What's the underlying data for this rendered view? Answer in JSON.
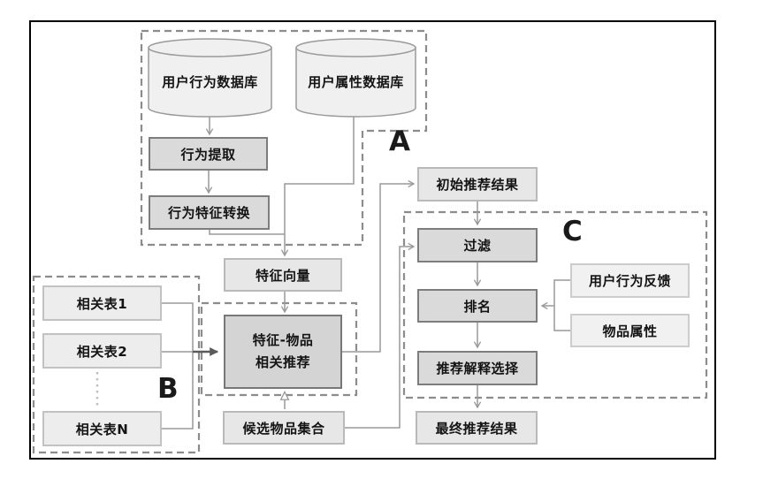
{
  "diagram": {
    "title_hint": "recommendation-system-flowchart",
    "sections": {
      "a": {
        "label": "A"
      },
      "b": {
        "label": "B"
      },
      "c": {
        "label": "C"
      }
    },
    "databases": {
      "behavior": {
        "label": "用户行为数据库"
      },
      "attribute": {
        "label": "用户属性数据库"
      }
    },
    "nodes": {
      "behavior_extract": {
        "label": "行为提取"
      },
      "behavior_feature_convert": {
        "label": "行为特征转换"
      },
      "feature_vector": {
        "label": "特征向量"
      },
      "feature_item_rec": {
        "label": "特征-物品\n相关推荐"
      },
      "candidate_set": {
        "label": "候选物品集合"
      },
      "table1": {
        "label": "相关表1"
      },
      "table2": {
        "label": "相关表2"
      },
      "tableN": {
        "label": "相关表N"
      },
      "initial_result": {
        "label": "初始推荐结果"
      },
      "filter": {
        "label": "过滤"
      },
      "rank": {
        "label": "排名"
      },
      "explain_select": {
        "label": "推荐解释选择"
      },
      "final_result": {
        "label": "最终推荐结果"
      },
      "user_feedback": {
        "label": "用户行为反馈"
      },
      "item_attrs": {
        "label": "物品属性"
      }
    },
    "colors": {
      "frame": "#000000",
      "process_fill": "#dadada",
      "process_border": "#7d7d7d",
      "result_fill": "#e7e7e7",
      "result_border": "#b9b9b9",
      "table_fill": "#ededed",
      "feedback_fill": "#f1f1f1",
      "cylinder_fill": "#f0f0f0",
      "dashed_outline": "#8c8c8c",
      "connector": "#999999"
    }
  }
}
